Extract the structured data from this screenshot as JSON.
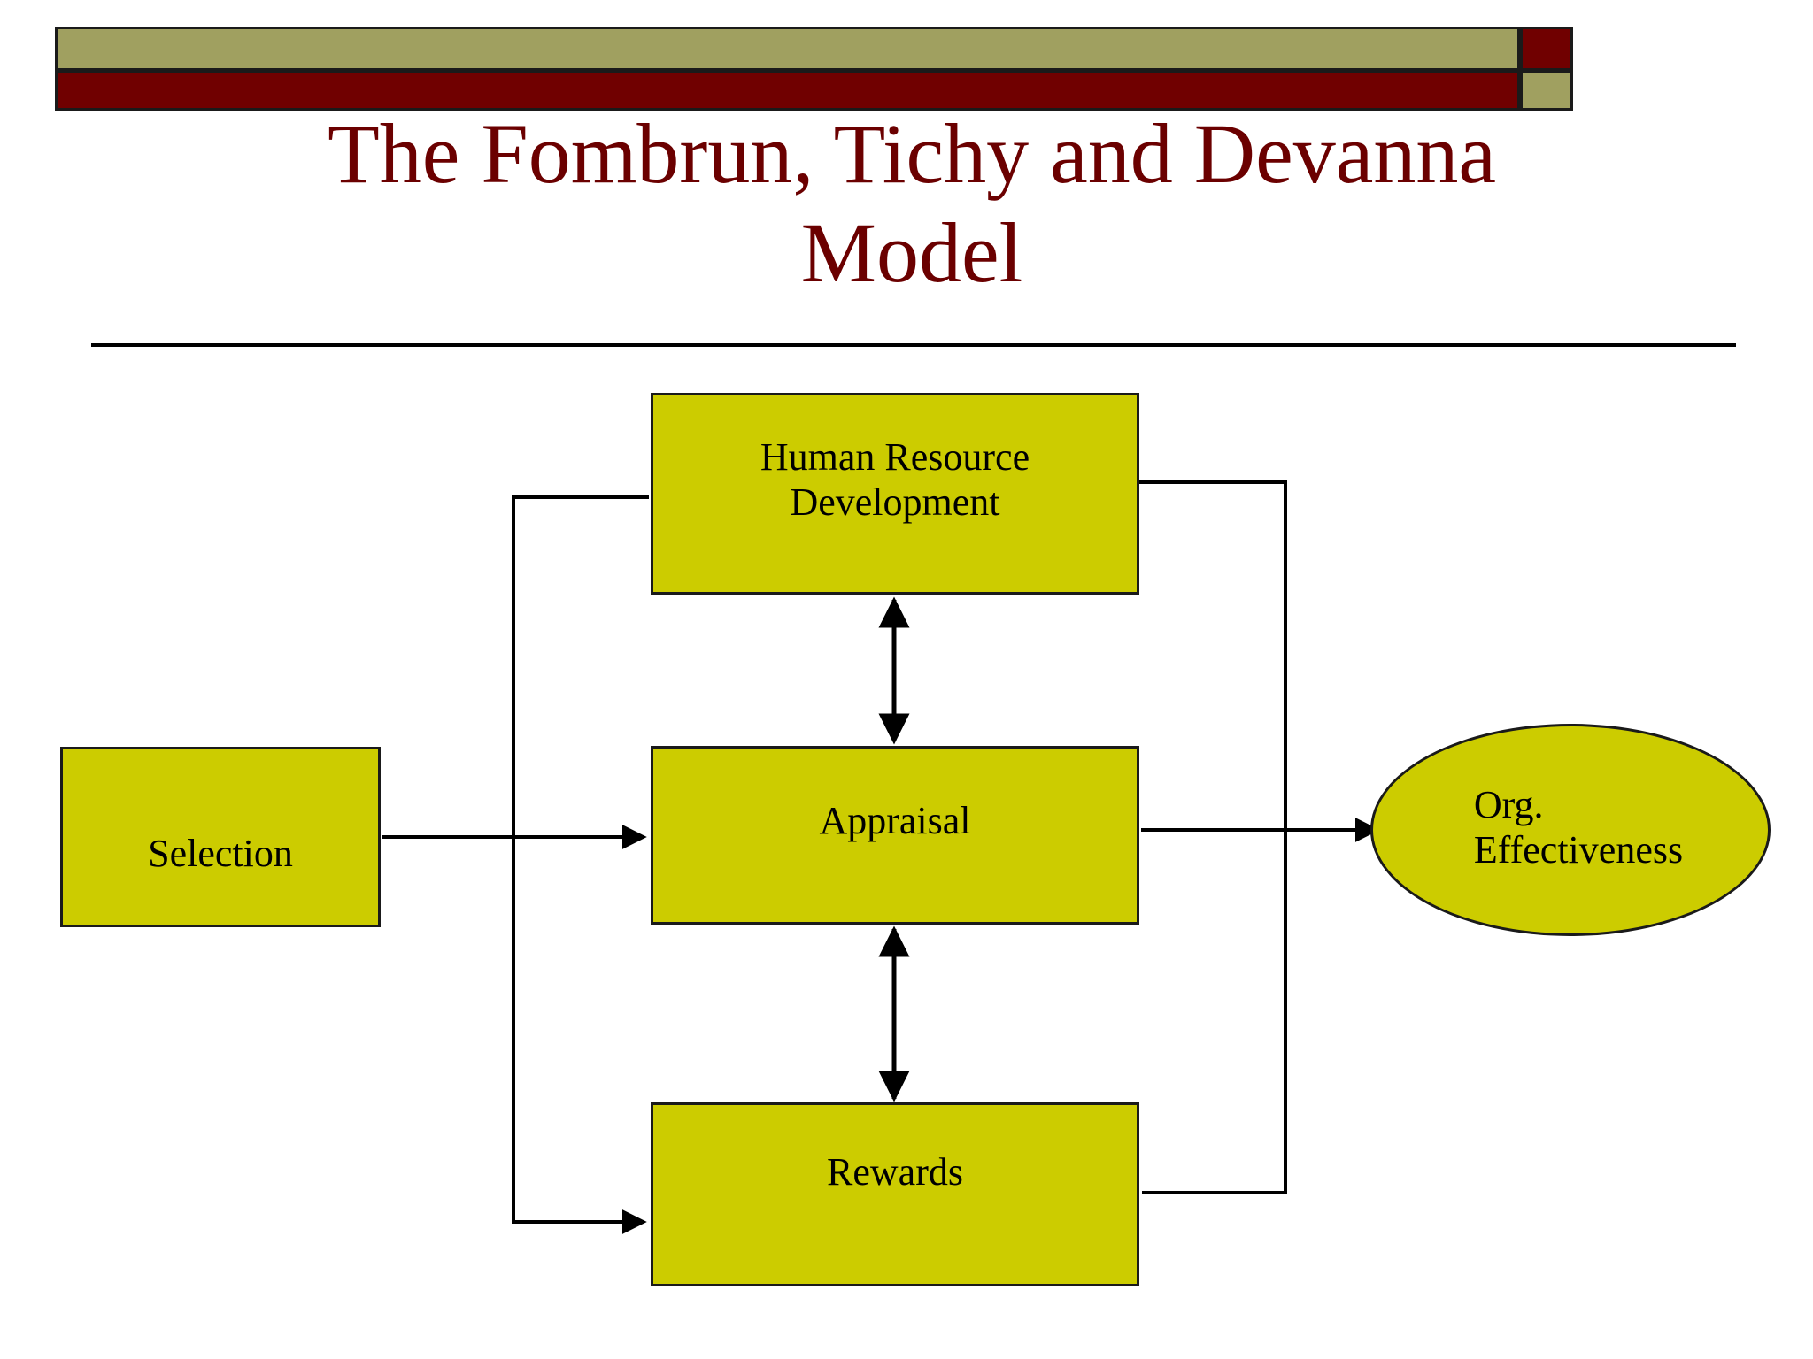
{
  "slide": {
    "title": "The Fombrun, Tichy and Devanna Model",
    "title_line1": "The Fombrun, Tichy and Devanna",
    "title_line2": "Model",
    "title_color": "#6b0000",
    "background_color": "#ffffff"
  },
  "header": {
    "olive_color": "#a0a060",
    "dark_red_color": "#700000",
    "outline_color": "#1a1a1a"
  },
  "diagram": {
    "node_fill": "#cccc00",
    "node_border": "#1a1a1a",
    "connector_color": "#000000",
    "nodes": [
      {
        "id": "hrd",
        "label": "Human Resource\nDevelopment",
        "shape": "rectangle"
      },
      {
        "id": "selection",
        "label": "Selection",
        "shape": "rectangle"
      },
      {
        "id": "appraisal",
        "label": "Appraisal",
        "shape": "rectangle"
      },
      {
        "id": "rewards",
        "label": "Rewards",
        "shape": "rectangle"
      },
      {
        "id": "org",
        "label": "Org.\nEffectiveness",
        "shape": "ellipse"
      }
    ],
    "connections": [
      {
        "from": "selection",
        "to": "appraisal",
        "type": "arrow"
      },
      {
        "from": "appraisal",
        "to": "hrd",
        "type": "double-arrow"
      },
      {
        "from": "appraisal",
        "to": "rewards",
        "type": "double-arrow"
      },
      {
        "from": "appraisal",
        "to": "org",
        "type": "arrow"
      },
      {
        "from": "hrd",
        "to": "rewards",
        "type": "arrow-left-elbow"
      },
      {
        "from": "hrd",
        "to": "rewards",
        "type": "line-right-elbow"
      }
    ]
  }
}
